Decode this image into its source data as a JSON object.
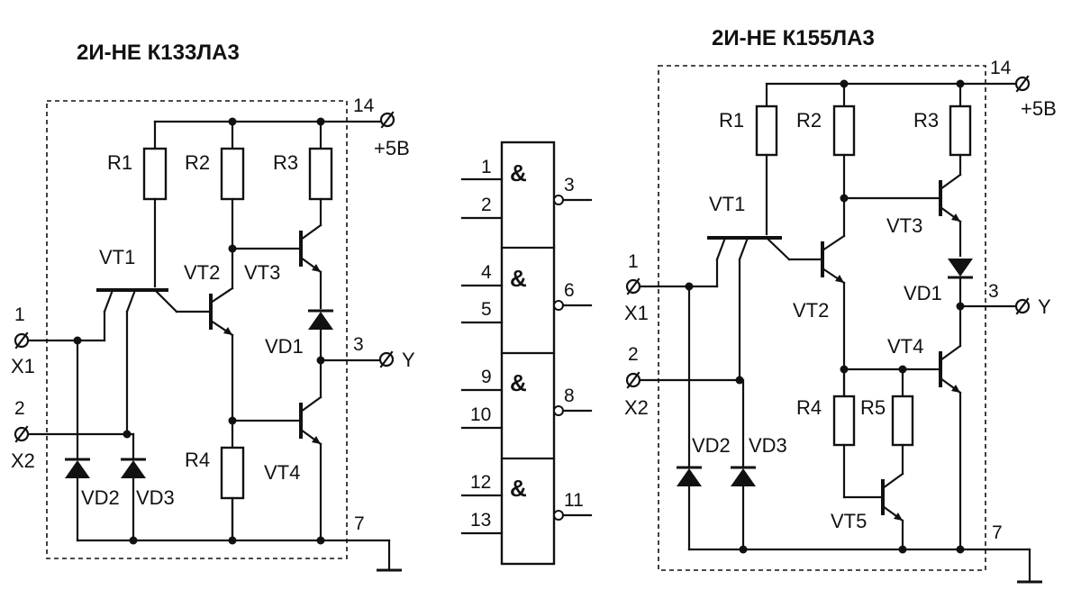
{
  "left_circuit": {
    "title": "2И-НЕ  К133ЛА3",
    "supply_pin": "14",
    "supply_label": "+5В",
    "output_pin": "3",
    "output_label": "Y",
    "ground_pin": "7",
    "input1_pin": "1",
    "input1_label": "X1",
    "input2_pin": "2",
    "input2_label": "X2",
    "components": {
      "r1": "R1",
      "r2": "R2",
      "r3": "R3",
      "r4": "R4",
      "vt1": "VT1",
      "vt2": "VT2",
      "vt3": "VT3",
      "vt4": "VT4",
      "vd1": "VD1",
      "vd2": "VD2",
      "vd3": "VD3"
    }
  },
  "chip": {
    "symbol": "&",
    "gates": [
      {
        "in_a": "1",
        "in_b": "2",
        "out": "3"
      },
      {
        "in_a": "4",
        "in_b": "5",
        "out": "6"
      },
      {
        "in_a": "9",
        "in_b": "10",
        "out": "8"
      },
      {
        "in_a": "12",
        "in_b": "13",
        "out": "11"
      }
    ]
  },
  "right_circuit": {
    "title": "2И-НЕ  К155ЛА3",
    "supply_pin": "14",
    "supply_label": "+5В",
    "output_pin": "3",
    "output_label": "Y",
    "ground_pin": "7",
    "input1_pin": "1",
    "input1_label": "X1",
    "input2_pin": "2",
    "input2_label": "X2",
    "components": {
      "r1": "R1",
      "r2": "R2",
      "r3": "R3",
      "r4": "R4",
      "r5": "R5",
      "vt1": "VT1",
      "vt2": "VT2",
      "vt3": "VT3",
      "vt4": "VT4",
      "vt5": "VT5",
      "vd1": "VD1",
      "vd2": "VD2",
      "vd3": "VD3"
    }
  }
}
